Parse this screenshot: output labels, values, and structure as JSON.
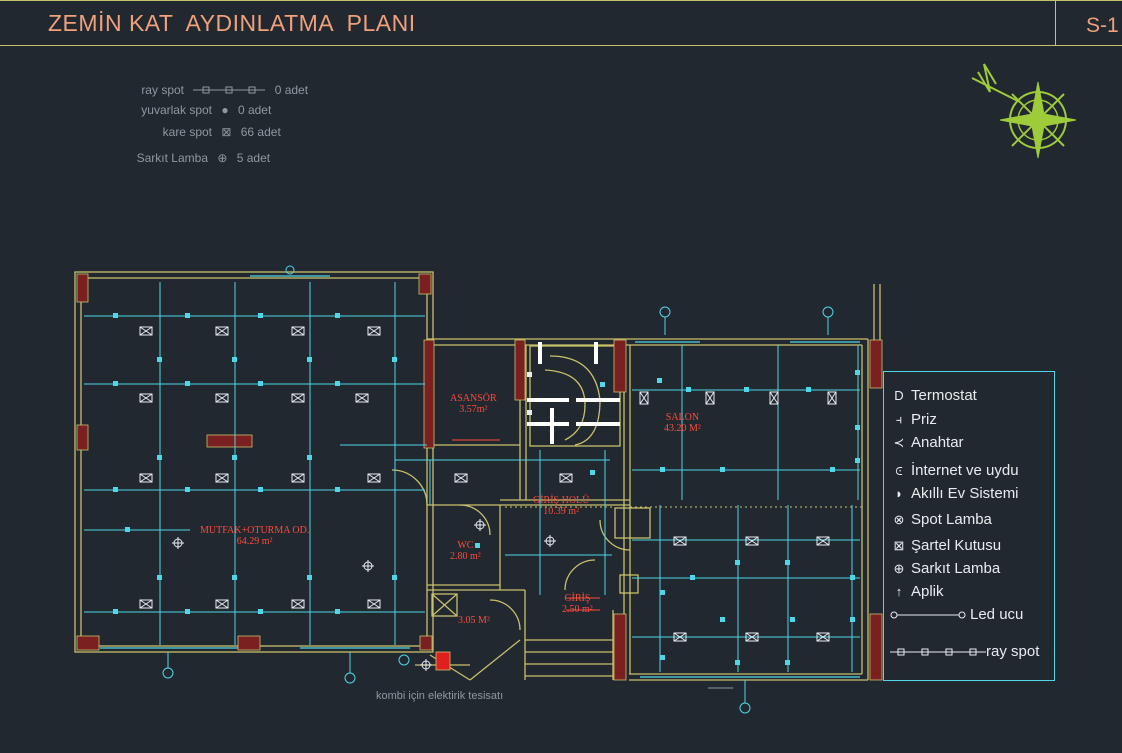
{
  "header": {
    "title": "ZEMİN KAT  AYDINLATMA  PLANI",
    "sheet_number": "S-1"
  },
  "quantity_table": [
    {
      "label": "ray spot",
      "count": "0 adet"
    },
    {
      "label": "yuvarlak spot",
      "count": "0 adet"
    },
    {
      "label": "kare spot",
      "count": "66 adet"
    },
    {
      "label": "Sarkıt Lamba",
      "count": "5 adet"
    }
  ],
  "rooms": [
    {
      "name": "MUTFAK+OTURMA OD.",
      "area": "64.29 m²"
    },
    {
      "name": "ASANSÖR",
      "area": "3.57m²"
    },
    {
      "name": "SALON",
      "area": "43.20 M²"
    },
    {
      "name": "GİRİŞ HOLÜ",
      "area": "10.39 m²"
    },
    {
      "name": "WC",
      "area": "2.80 m²"
    },
    {
      "name": "GİRİŞ",
      "area": "2.50 m²"
    },
    {
      "name": "",
      "area": "3.05 M²"
    }
  ],
  "legend": [
    {
      "icon": "thermostat-icon",
      "glyph": "D",
      "label": "Termostat"
    },
    {
      "icon": "socket-icon",
      "glyph": "⫞",
      "label": "Priz"
    },
    {
      "icon": "switch-icon",
      "glyph": "≺",
      "label": "Anahtar"
    },
    {
      "icon": "internet-icon",
      "glyph": "⪽",
      "label": "İnternet  ve uydu"
    },
    {
      "icon": "smart-home-icon",
      "glyph": "◗",
      "label": "Akıllı Ev Sistemi"
    },
    {
      "icon": "spot-lamp-icon",
      "glyph": "⊗",
      "label": "Spot Lamba"
    },
    {
      "icon": "switch-box-icon",
      "glyph": "⊠",
      "label": "Şartel Kutusu"
    },
    {
      "icon": "pendant-lamp-icon",
      "glyph": "⊕",
      "label": "Sarkıt Lamba"
    },
    {
      "icon": "wall-lamp-icon",
      "glyph": "↑",
      "label": "Aplik"
    },
    {
      "icon": "led-end-icon",
      "glyph": "",
      "label": "Led ucu"
    },
    {
      "icon": "rail-spot-icon",
      "glyph": "",
      "label": "ray spot"
    }
  ],
  "notes": {
    "kombi": "kombi için elektirik tesisatı"
  },
  "colors": {
    "background": "#212830",
    "wall": "#c9c06a",
    "wiring": "#4fd6e8",
    "room_label": "#ff4a3a",
    "title": "#f0a07a",
    "compass": "#9ecb3a"
  }
}
